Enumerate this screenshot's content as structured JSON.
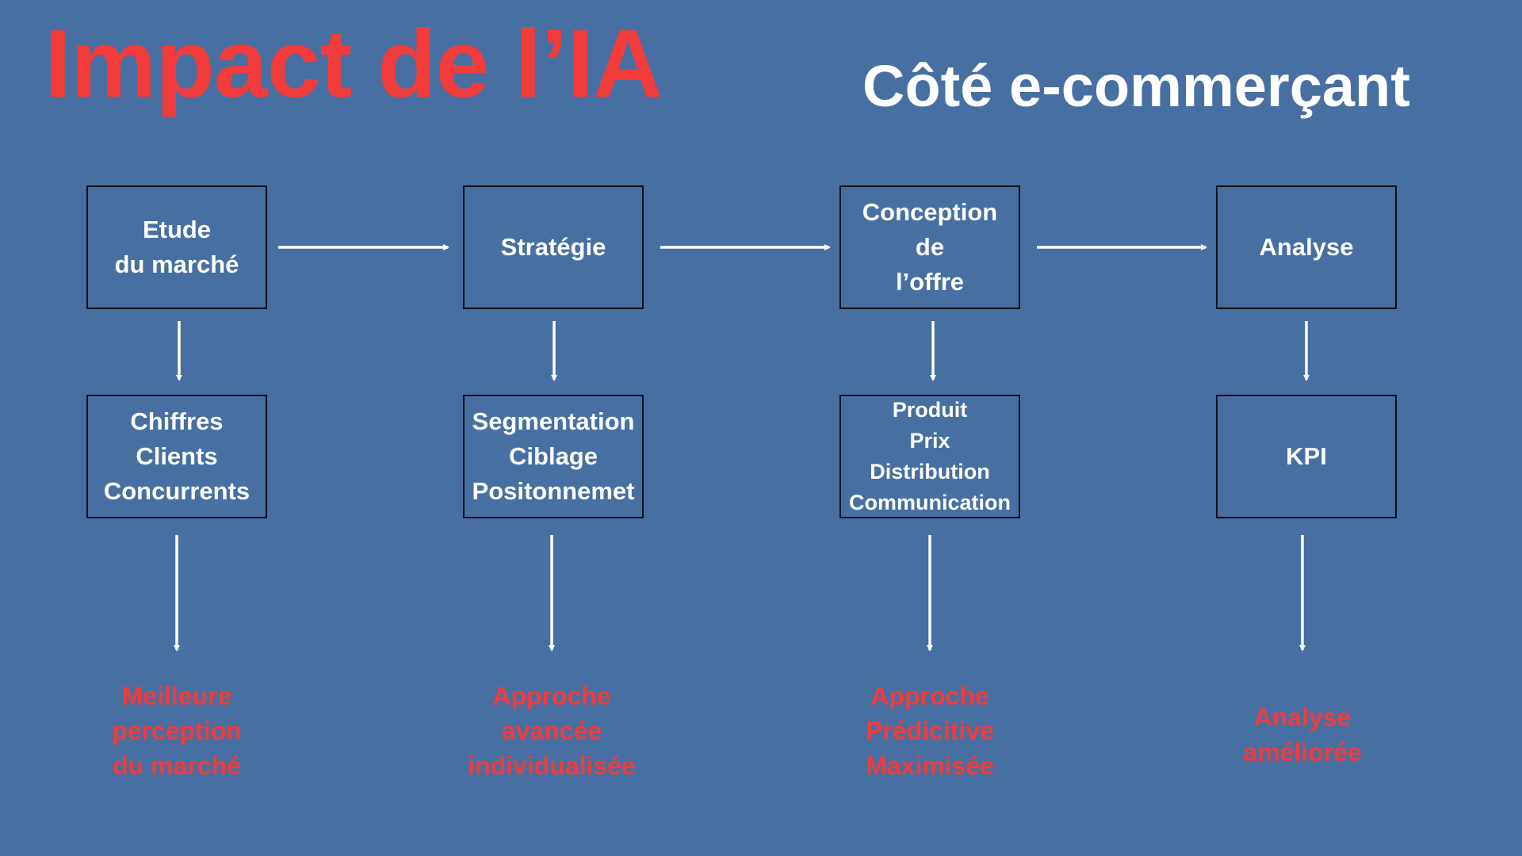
{
  "title": "Impact de l’IA",
  "subtitle": "Côté e-commerçant",
  "colors": {
    "background": "#476fa1",
    "accent": "#f23b3b",
    "text": "#ffffff",
    "border": "#0b0f1a"
  },
  "columns": [
    {
      "step": [
        "Etude",
        "du marché"
      ],
      "details": [
        "Chiffres",
        "Clients",
        "Concurrents"
      ],
      "result": [
        "Meilleure",
        "perception",
        "du marché"
      ]
    },
    {
      "step": [
        "Stratégie"
      ],
      "details": [
        "Segmentation",
        "Ciblage",
        "Positonnemet"
      ],
      "result": [
        "Approche",
        "avancée",
        "individualisée"
      ]
    },
    {
      "step": [
        "Conception",
        "de",
        "l’offre"
      ],
      "details": [
        "Produit",
        "Prix",
        "Distribution",
        "Communication"
      ],
      "result": [
        "Approche",
        "Prédicitive",
        "Maximisée"
      ]
    },
    {
      "step": [
        "Analyse"
      ],
      "details": [
        "KPI"
      ],
      "result": [
        "Analyse",
        "améliorée"
      ]
    }
  ]
}
